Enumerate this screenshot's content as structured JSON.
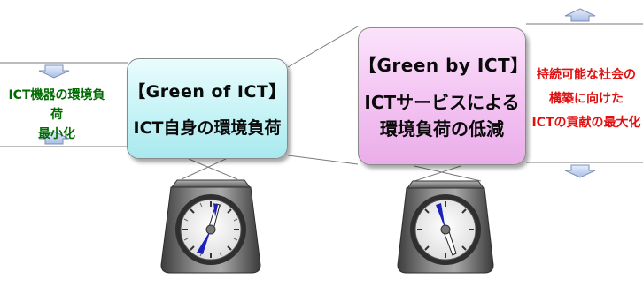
{
  "green_of_ict": {
    "title": "【Green of ICT】",
    "subtitle": "ICT自身の環境負荷"
  },
  "green_by_ict": {
    "title": "【Green by ICT】",
    "line1": "ICTサービスによる",
    "line2": "環境負荷の低減"
  },
  "left_note": {
    "line1": "ICT機器の環境負荷",
    "line2": "最小化",
    "color": "#006b00"
  },
  "right_note": {
    "line1": "持続可能な社会の",
    "line2": "構築に向けた",
    "line3": "ICTの貢献の最大化",
    "color": "#e01010"
  },
  "colors": {
    "green_of_ict_box": "#c6f3f6",
    "green_by_ict_box": "#f3c2f2",
    "arrow_fill": "#c9d6ef",
    "scale_body": "#6f6f6f",
    "needle_blue": "#1c22b8"
  },
  "icons": {
    "scales": "weighing-scale-icon",
    "arrow_down": "arrow-down-icon",
    "arrow_up": "arrow-up-icon"
  }
}
